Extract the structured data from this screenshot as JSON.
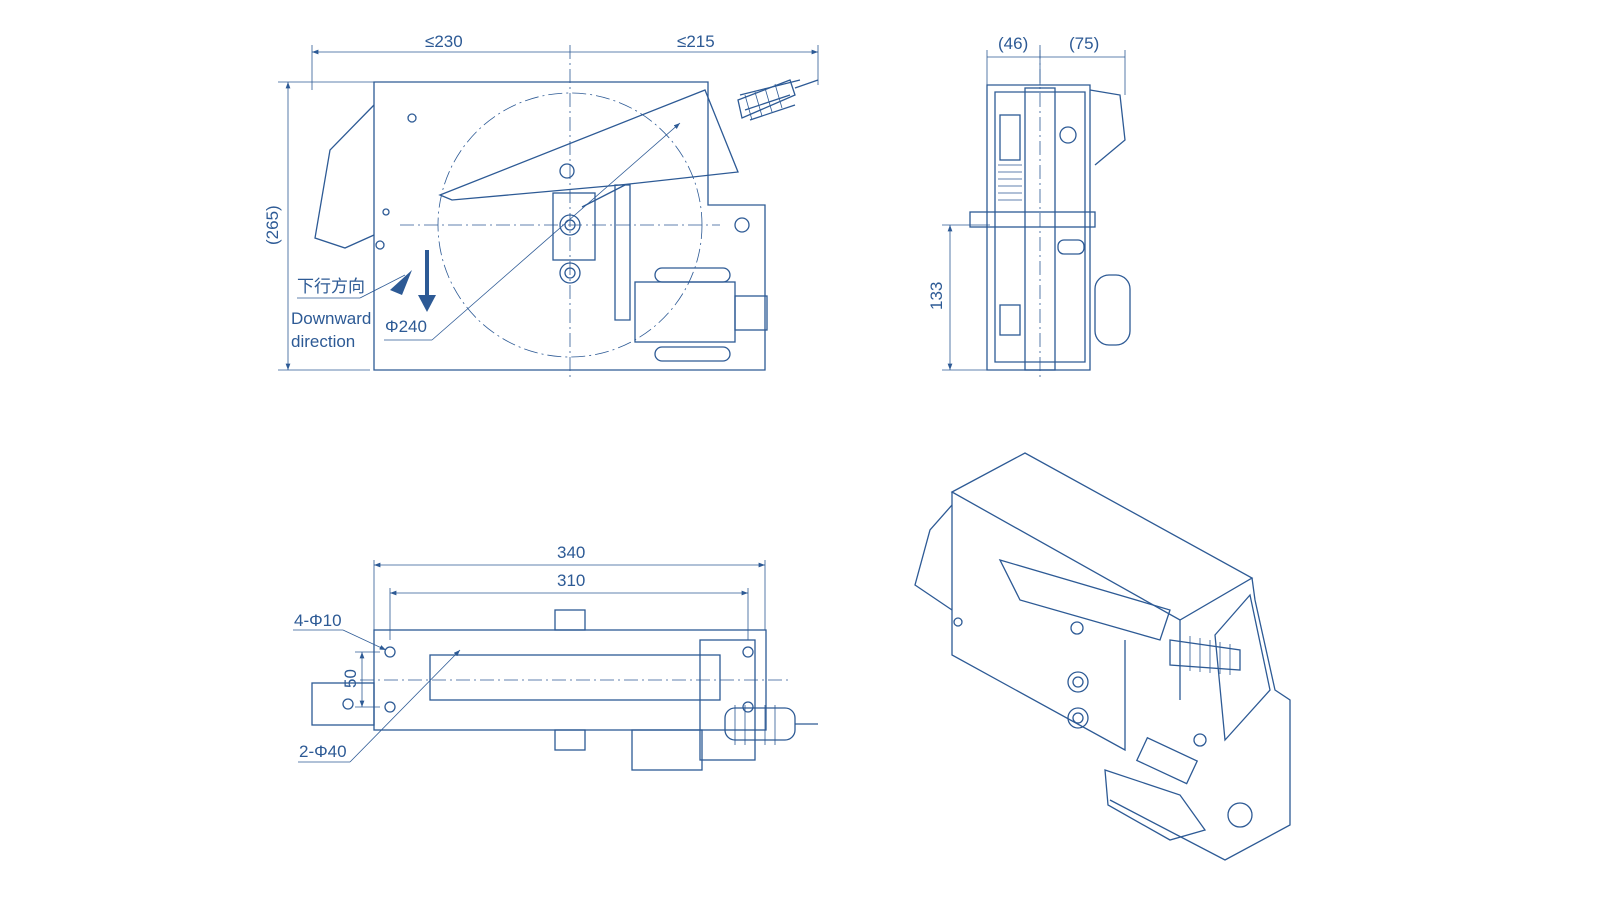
{
  "front_view": {
    "dim_left_width": "≤230",
    "dim_right_width": "≤215",
    "dim_height": "(265)",
    "direction_cn": "下行方向",
    "direction_en_line1": "Downward",
    "direction_en_line2": "direction",
    "sheave_diameter": "Φ240"
  },
  "side_view": {
    "dim_left": "(46)",
    "dim_right": "(75)",
    "dim_height": "133"
  },
  "bottom_view": {
    "dim_overall": "340",
    "dim_holes": "310",
    "holes_small": "4-Φ10",
    "dim_spacing": "50",
    "holes_large": "2-Φ40"
  },
  "colors": {
    "line": "#2d5a95"
  }
}
